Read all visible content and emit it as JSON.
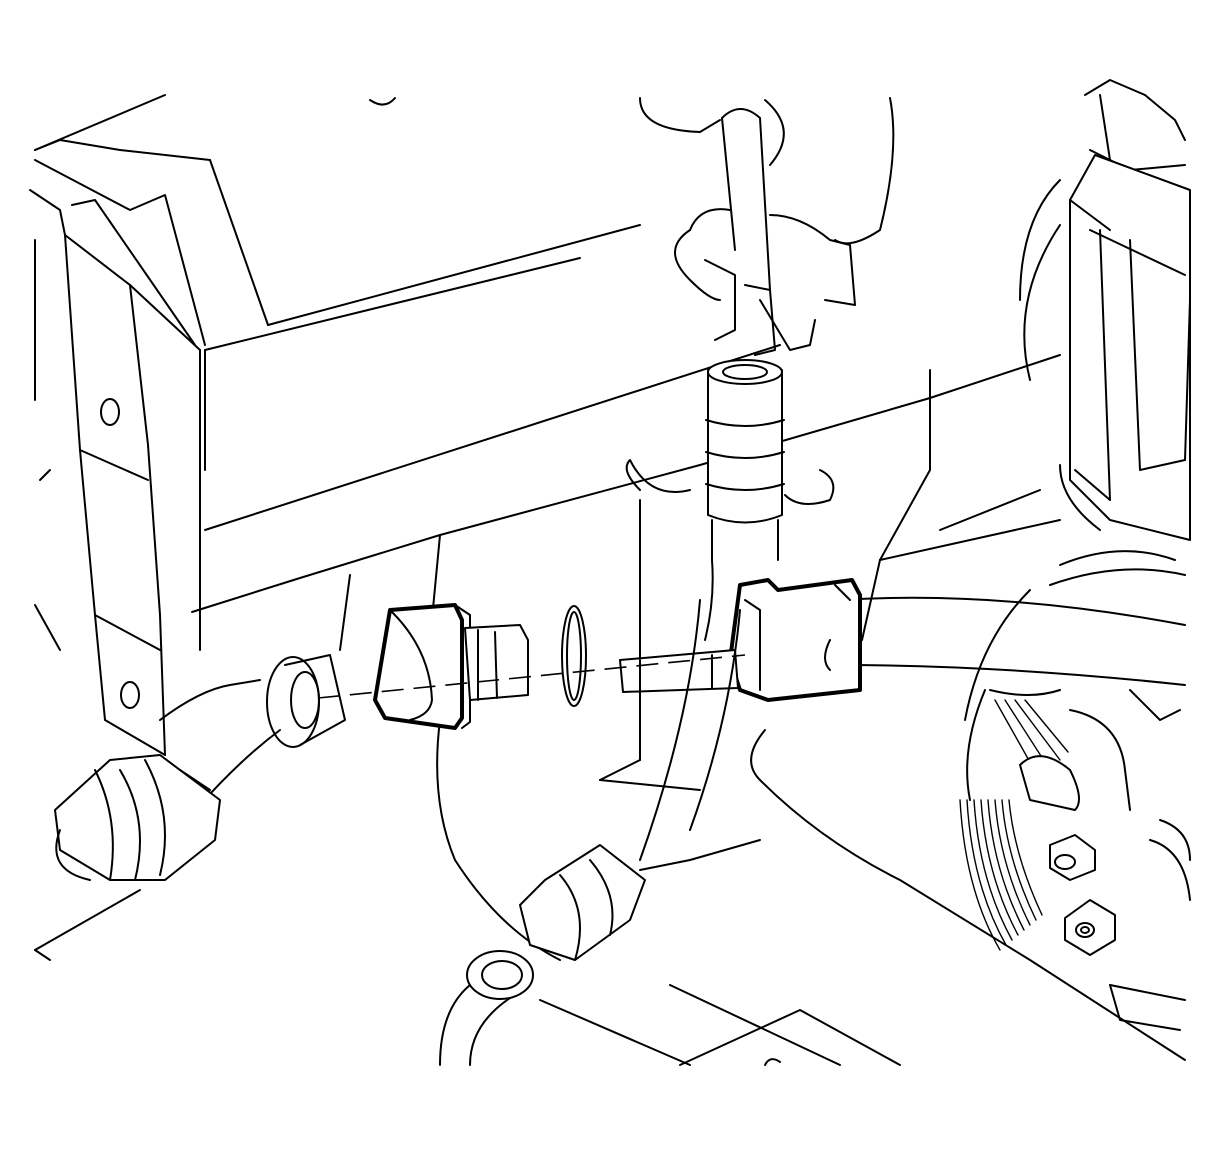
{
  "figure": {
    "kind": "line-art technical illustration",
    "colors": {
      "line": "#000000",
      "background": "#ffffff"
    },
    "text_labels": []
  },
  "components": [
    {
      "id": "engine-block",
      "icon": "engine-block-outline"
    },
    {
      "id": "mounting-bracket",
      "icon": "bracket"
    },
    {
      "id": "refrigerant-hose-upper",
      "icon": "hose"
    },
    {
      "id": "refrigerant-hose-lower",
      "icon": "hose"
    },
    {
      "id": "hose-fitting-nut",
      "icon": "hex-fitting"
    },
    {
      "id": "sealing-washer",
      "icon": "o-ring"
    },
    {
      "id": "o-ring-seal",
      "icon": "o-ring"
    },
    {
      "id": "block-fitting-tube",
      "icon": "tube-fitting"
    },
    {
      "id": "compressor",
      "icon": "compressor"
    },
    {
      "id": "compressor-pulley",
      "icon": "pulley"
    },
    {
      "id": "compressor-bolts",
      "icon": "hex-bolt"
    }
  ]
}
